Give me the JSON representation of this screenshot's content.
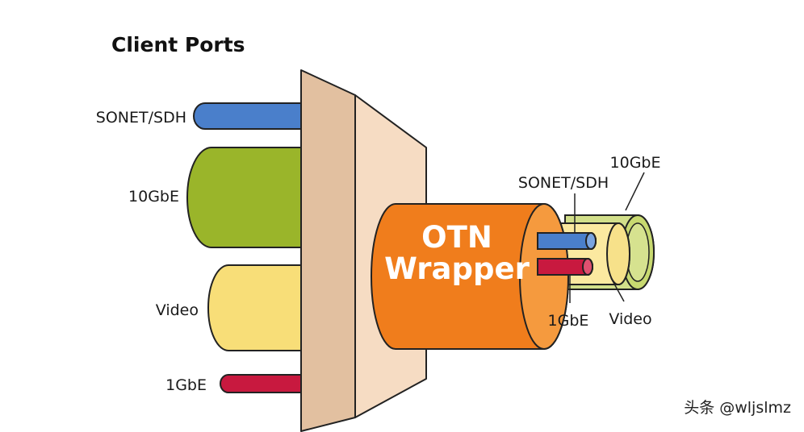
{
  "title": "Client Ports",
  "client_ports": [
    {
      "label": "SONET/SDH",
      "color": "#4a7fcb"
    },
    {
      "label": "10GbE",
      "color": "#9ab52a"
    },
    {
      "label": "Video",
      "color": "#f8de78"
    },
    {
      "label": "1GbE",
      "color": "#c8193f"
    }
  ],
  "wrapper": {
    "line1": "OTN",
    "line2": "Wrapper",
    "color": "#f07d1c"
  },
  "bundle_labels": {
    "sonet": "SONET/SDH",
    "tengbe": "10GbE",
    "onegbe": "1GbE",
    "video": "Video"
  },
  "credit": "头条 @wljslmz",
  "colors": {
    "panel_front": "#e2c0a0",
    "panel_side": "#f6dcc3",
    "outline": "#222222"
  }
}
